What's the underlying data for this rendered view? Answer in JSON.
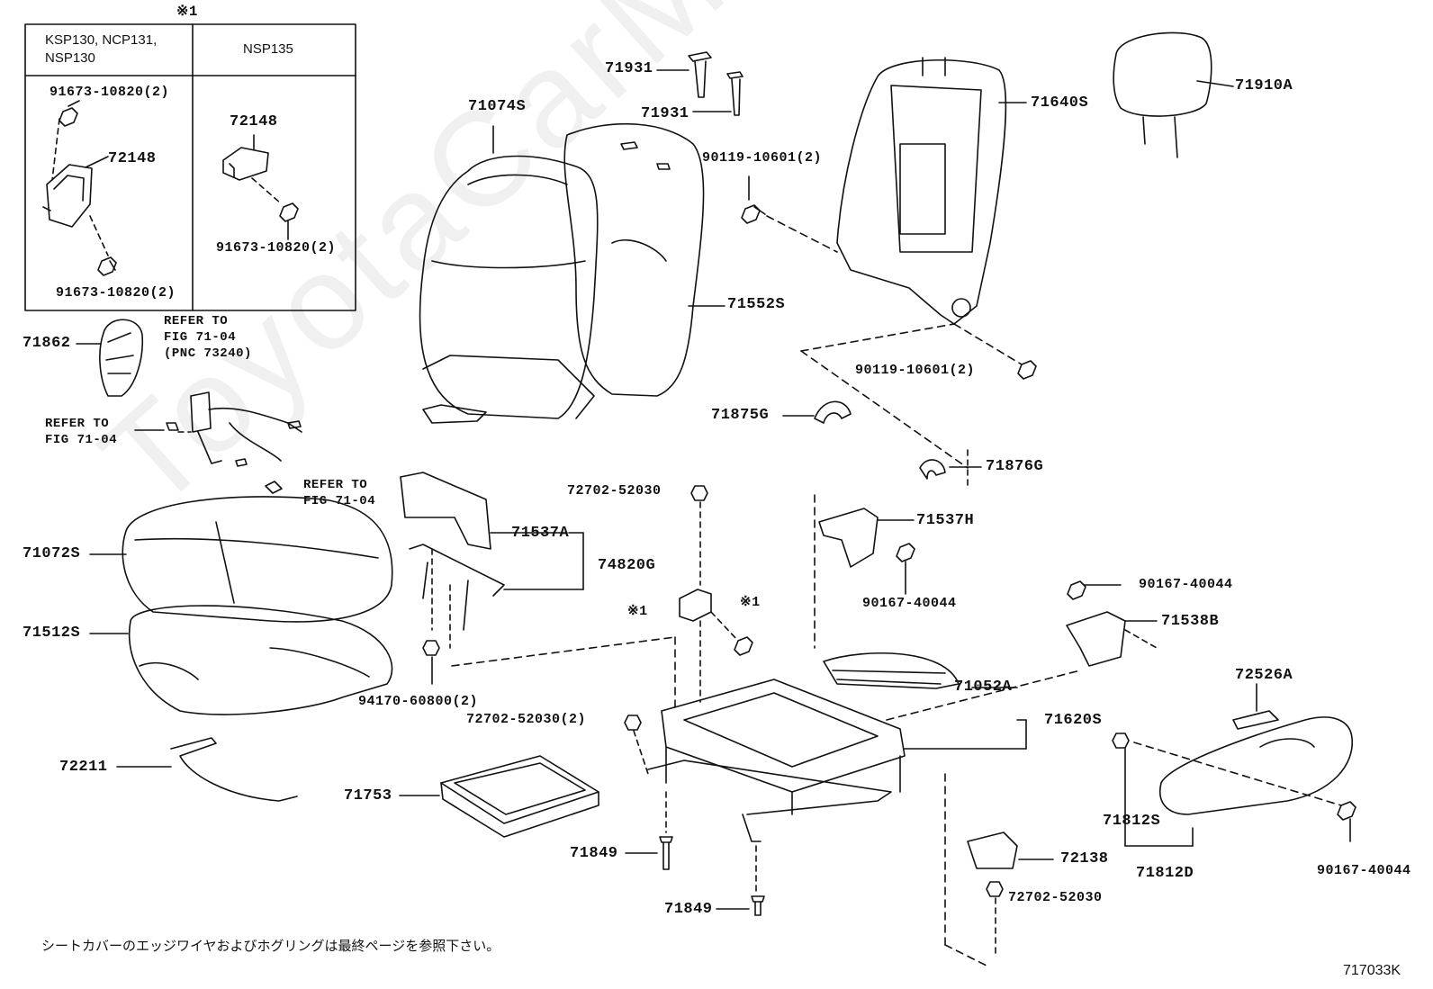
{
  "watermark": "ToyotaCarMine.ru",
  "inset": {
    "mark": "※1",
    "col1_header": "KSP130, NCP131,\nNSP130",
    "col2_header": "NSP135",
    "col1_part_top": "91673-10820(2)",
    "col1_part_bracket": "72148",
    "col1_part_bottom": "91673-10820(2)",
    "col2_part_bracket": "72148",
    "col2_part_bolt": "91673-10820(2)"
  },
  "labels": {
    "p71931a": "71931",
    "p71931b": "71931",
    "p71074S": "71074S",
    "p71640S": "71640S",
    "p71910A": "71910A",
    "p90119a": "90119-10601(2)",
    "p90119b": "90119-10601(2)",
    "p71552S": "71552S",
    "p71862": "71862",
    "p71875G": "71875G",
    "p71876G": "71876G",
    "p72702a": "72702-52030",
    "p71537A": "71537A",
    "p74820G": "74820G",
    "p71537H": "71537H",
    "p90167a": "90167-40044",
    "p90167b": "90167-40044",
    "p90167c": "90167-40044",
    "p71072S": "71072S",
    "p71512S": "71512S",
    "p71538B": "71538B",
    "mark1a": "※1",
    "mark1b": "※1",
    "p94170": "94170-60800(2)",
    "p71052A": "71052A",
    "p72526A": "72526A",
    "p72702b": "72702-52030(2)",
    "p71620S": "71620S",
    "p72211": "72211",
    "p71753": "71753",
    "p71812S": "71812S",
    "p71849a": "71849",
    "p72138": "72138",
    "p71812D": "71812D",
    "p72702c": "72702-52030",
    "p71849b": "71849"
  },
  "notes": {
    "refer1": "REFER TO\nFIG 71-04\n(PNC 73240)",
    "refer2": "REFER TO\nFIG 71-04",
    "refer3": "REFER TO\nFIG 71-04"
  },
  "footer_text": "シートカバーのエッジワイヤおよびホグリングは最終ページを参照下さい。",
  "figure_id": "717033K"
}
